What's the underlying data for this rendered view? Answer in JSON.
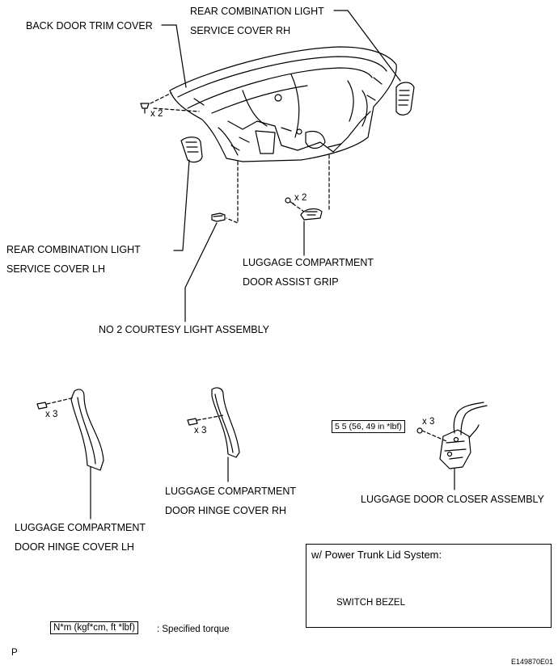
{
  "labels": {
    "back_door_trim_cover": "BACK DOOR TRIM COVER",
    "rear_light_rh_line1": "REAR COMBINATION LIGHT",
    "rear_light_rh_line2": "SERVICE COVER RH",
    "rear_light_lh_line1": "REAR COMBINATION LIGHT",
    "rear_light_lh_line2": "SERVICE COVER LH",
    "assist_grip_line1": "LUGGAGE COMPARTMENT",
    "assist_grip_line2": "DOOR ASSIST GRIP",
    "courtesy_light": "NO  2 COURTESY LIGHT ASSEMBLY",
    "hinge_rh_line1": "LUGGAGE COMPARTMENT",
    "hinge_rh_line2": "DOOR HINGE COVER RH",
    "hinge_lh_line1": "LUGGAGE COMPARTMENT",
    "hinge_lh_line2": "DOOR HINGE COVER LH",
    "door_closer": "LUGGAGE DOOR CLOSER ASSEMBLY",
    "switch_bezel": "SWITCH BEZEL"
  },
  "quantities": {
    "trim_clips": "x 2",
    "grip_screws": "x 2",
    "hinge_lh_clips": "x 3",
    "hinge_rh_clips": "x 3",
    "closer_bolts": "x 3"
  },
  "torque": {
    "closer_value": "5 5 (56, 49 in *lbf)"
  },
  "inset": {
    "title": "w/ Power Trunk Lid System:"
  },
  "legend": {
    "unit_box": "N*m (kgf*cm, ft *lbf)",
    "description": ": Specified torque"
  },
  "footer": {
    "page_marker": "P",
    "figure_code": "E149870E01"
  }
}
